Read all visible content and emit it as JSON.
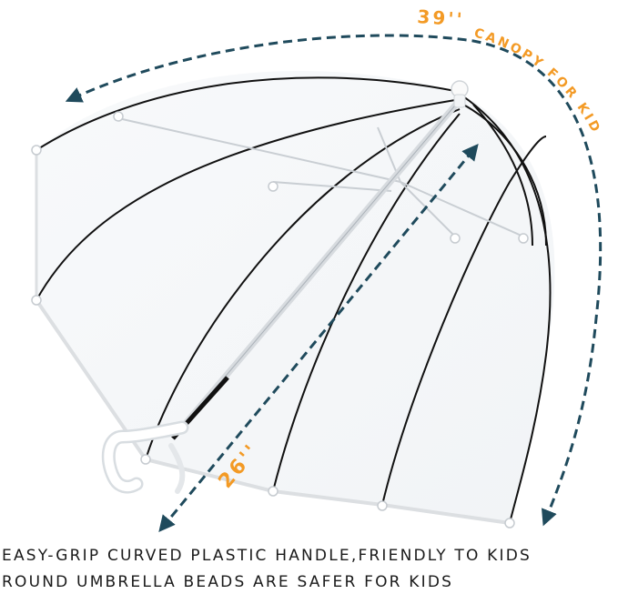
{
  "dimensions": {
    "canopy": "39''",
    "length": "26''"
  },
  "canopy_label": "CANOPY FOR KID",
  "captions": [
    "EASY-GRIP CURVED PLASTIC HANDLE,FRIENDLY TO KIDS",
    "ROUND UMBRELLA BEADS ARE SAFER FOR KIDS"
  ],
  "colors": {
    "accent": "#f39a25",
    "dimension_line": "#1f4a5c",
    "frame": "#000000",
    "plastic": "#ffffff"
  }
}
